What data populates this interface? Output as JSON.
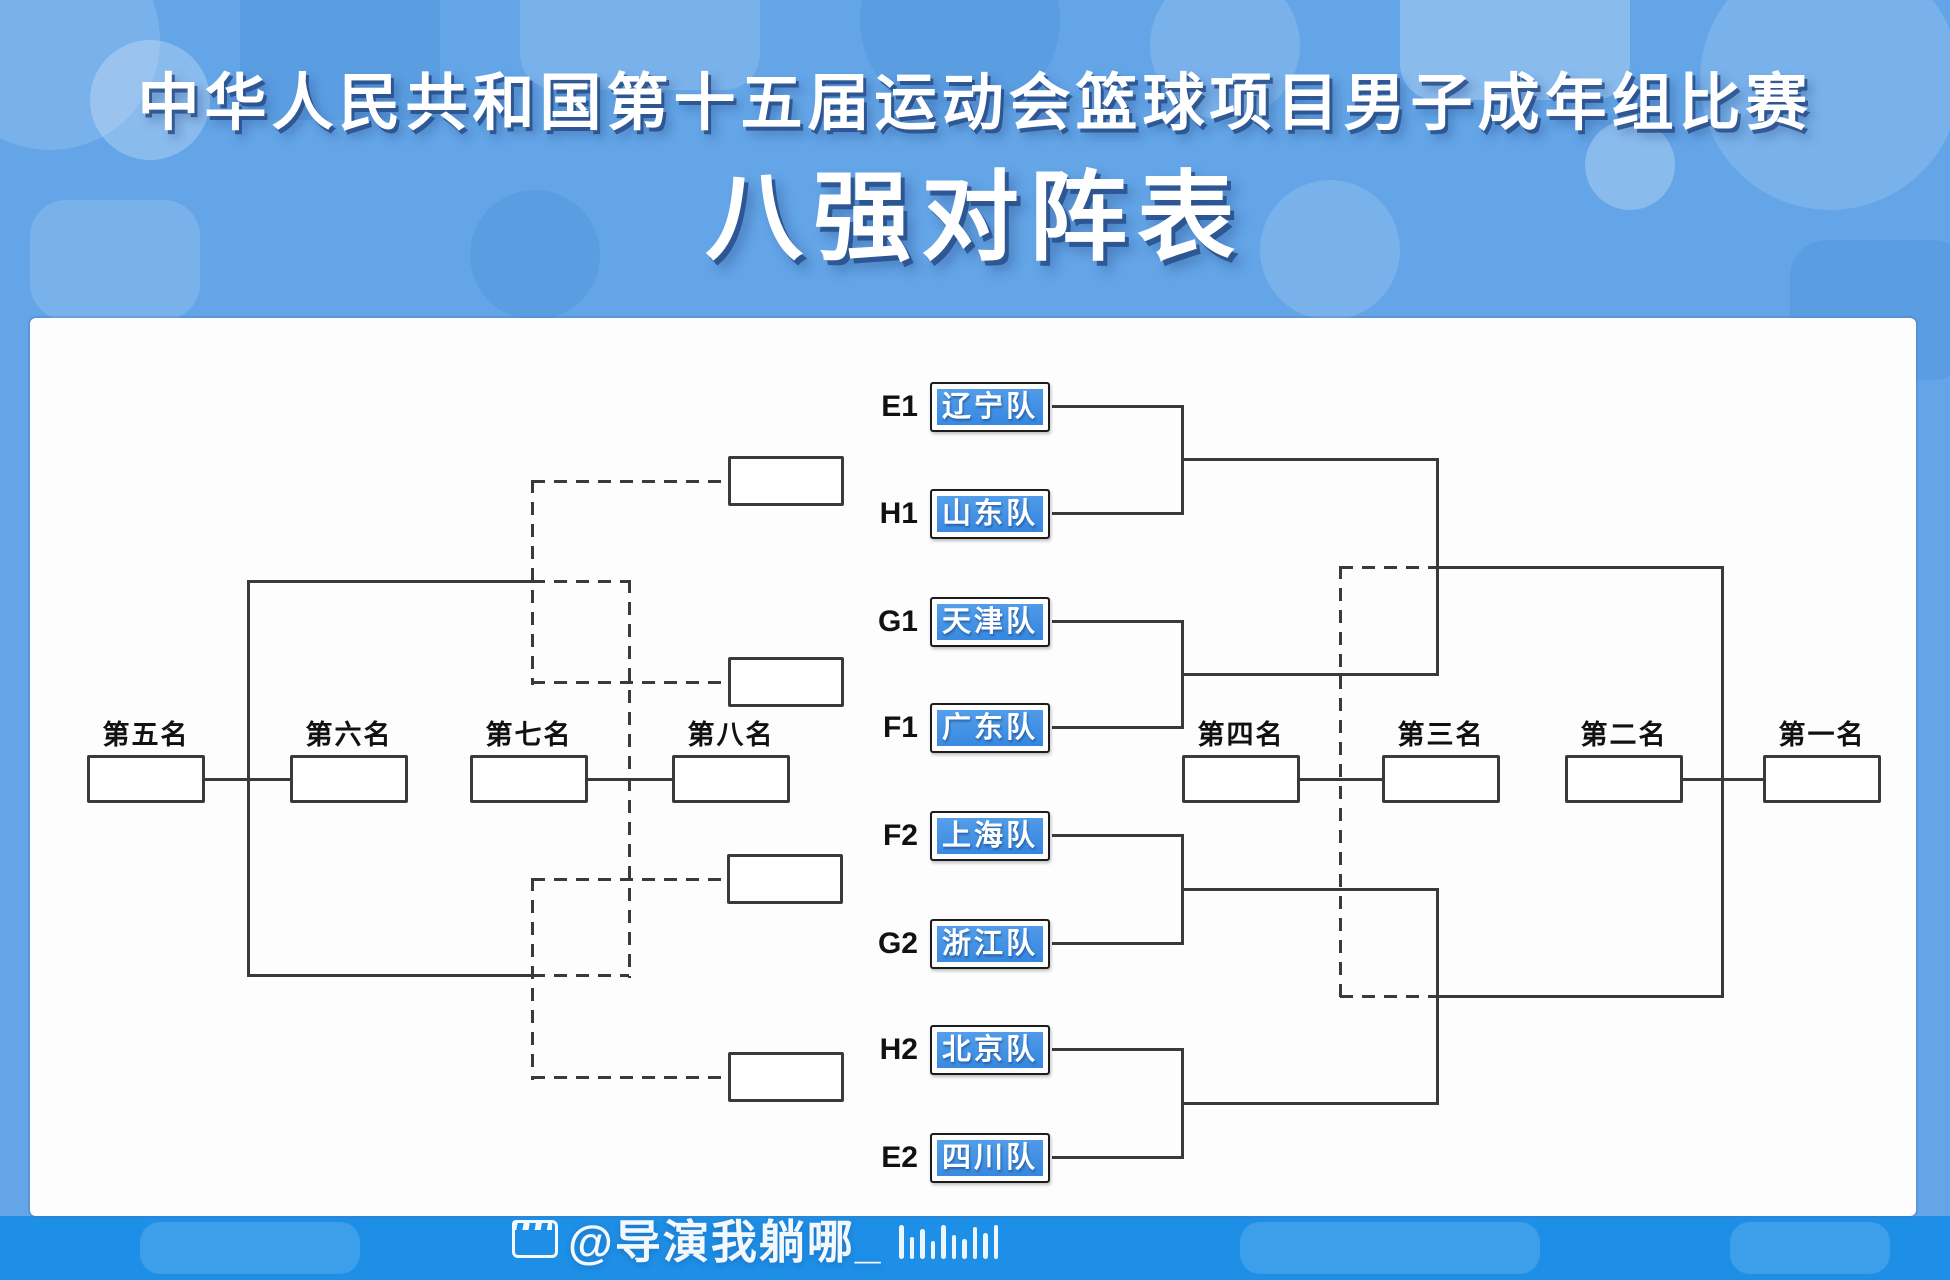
{
  "header": {
    "title": "中华人民共和国第十五届运动会篮球项目男子成年组比赛",
    "subtitle": "八强对阵表"
  },
  "bracket": {
    "teams": [
      {
        "seed": "E1",
        "name": "辽宁队"
      },
      {
        "seed": "H1",
        "name": "山东队"
      },
      {
        "seed": "G1",
        "name": "天津队"
      },
      {
        "seed": "F1",
        "name": "广东队"
      },
      {
        "seed": "F2",
        "name": "上海队"
      },
      {
        "seed": "G2",
        "name": "浙江队"
      },
      {
        "seed": "H2",
        "name": "北京队"
      },
      {
        "seed": "E2",
        "name": "四川队"
      }
    ],
    "placements": [
      "第五名",
      "第六名",
      "第七名",
      "第八名",
      "第四名",
      "第三名",
      "第二名",
      "第一名"
    ]
  },
  "watermark": {
    "handle": "@导演我躺哪_"
  },
  "colors": {
    "background": "#63a5e7",
    "bottom_band": "#1e8fe6",
    "team_box_fill": "#3c8ce2",
    "bracket_line": "#3a3a3a",
    "title_color": "#ffffff",
    "title_shadow": "#234682"
  }
}
